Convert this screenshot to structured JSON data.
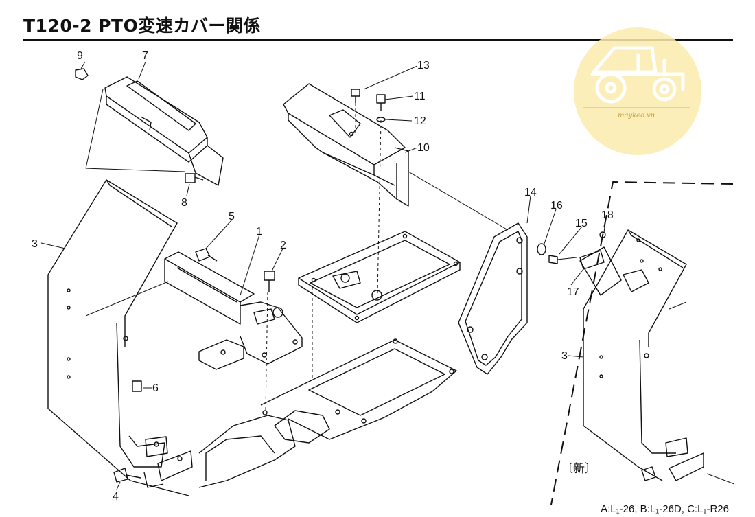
{
  "title": "T120-2  PTO変速カバー関係",
  "logo": {
    "text": "maykeo.vn",
    "color": "#fce9a0",
    "accent": "#c9a040",
    "icon": "tractor-icon"
  },
  "new_label": "〔新〕",
  "footer": "A:L₁-26, B:L₁-26D, C:L₁-R26",
  "parts": {
    "p1": "1",
    "p2": "2",
    "p3": "3",
    "p3b": "3",
    "p4": "4",
    "p5": "5",
    "p6": "6",
    "p7": "7",
    "p8": "8",
    "p9": "9",
    "p10": "10",
    "p11": "11",
    "p12": "12",
    "p13": "13",
    "p14": "14",
    "p15": "15",
    "p16": "16",
    "p17": "17",
    "p18": "18"
  }
}
